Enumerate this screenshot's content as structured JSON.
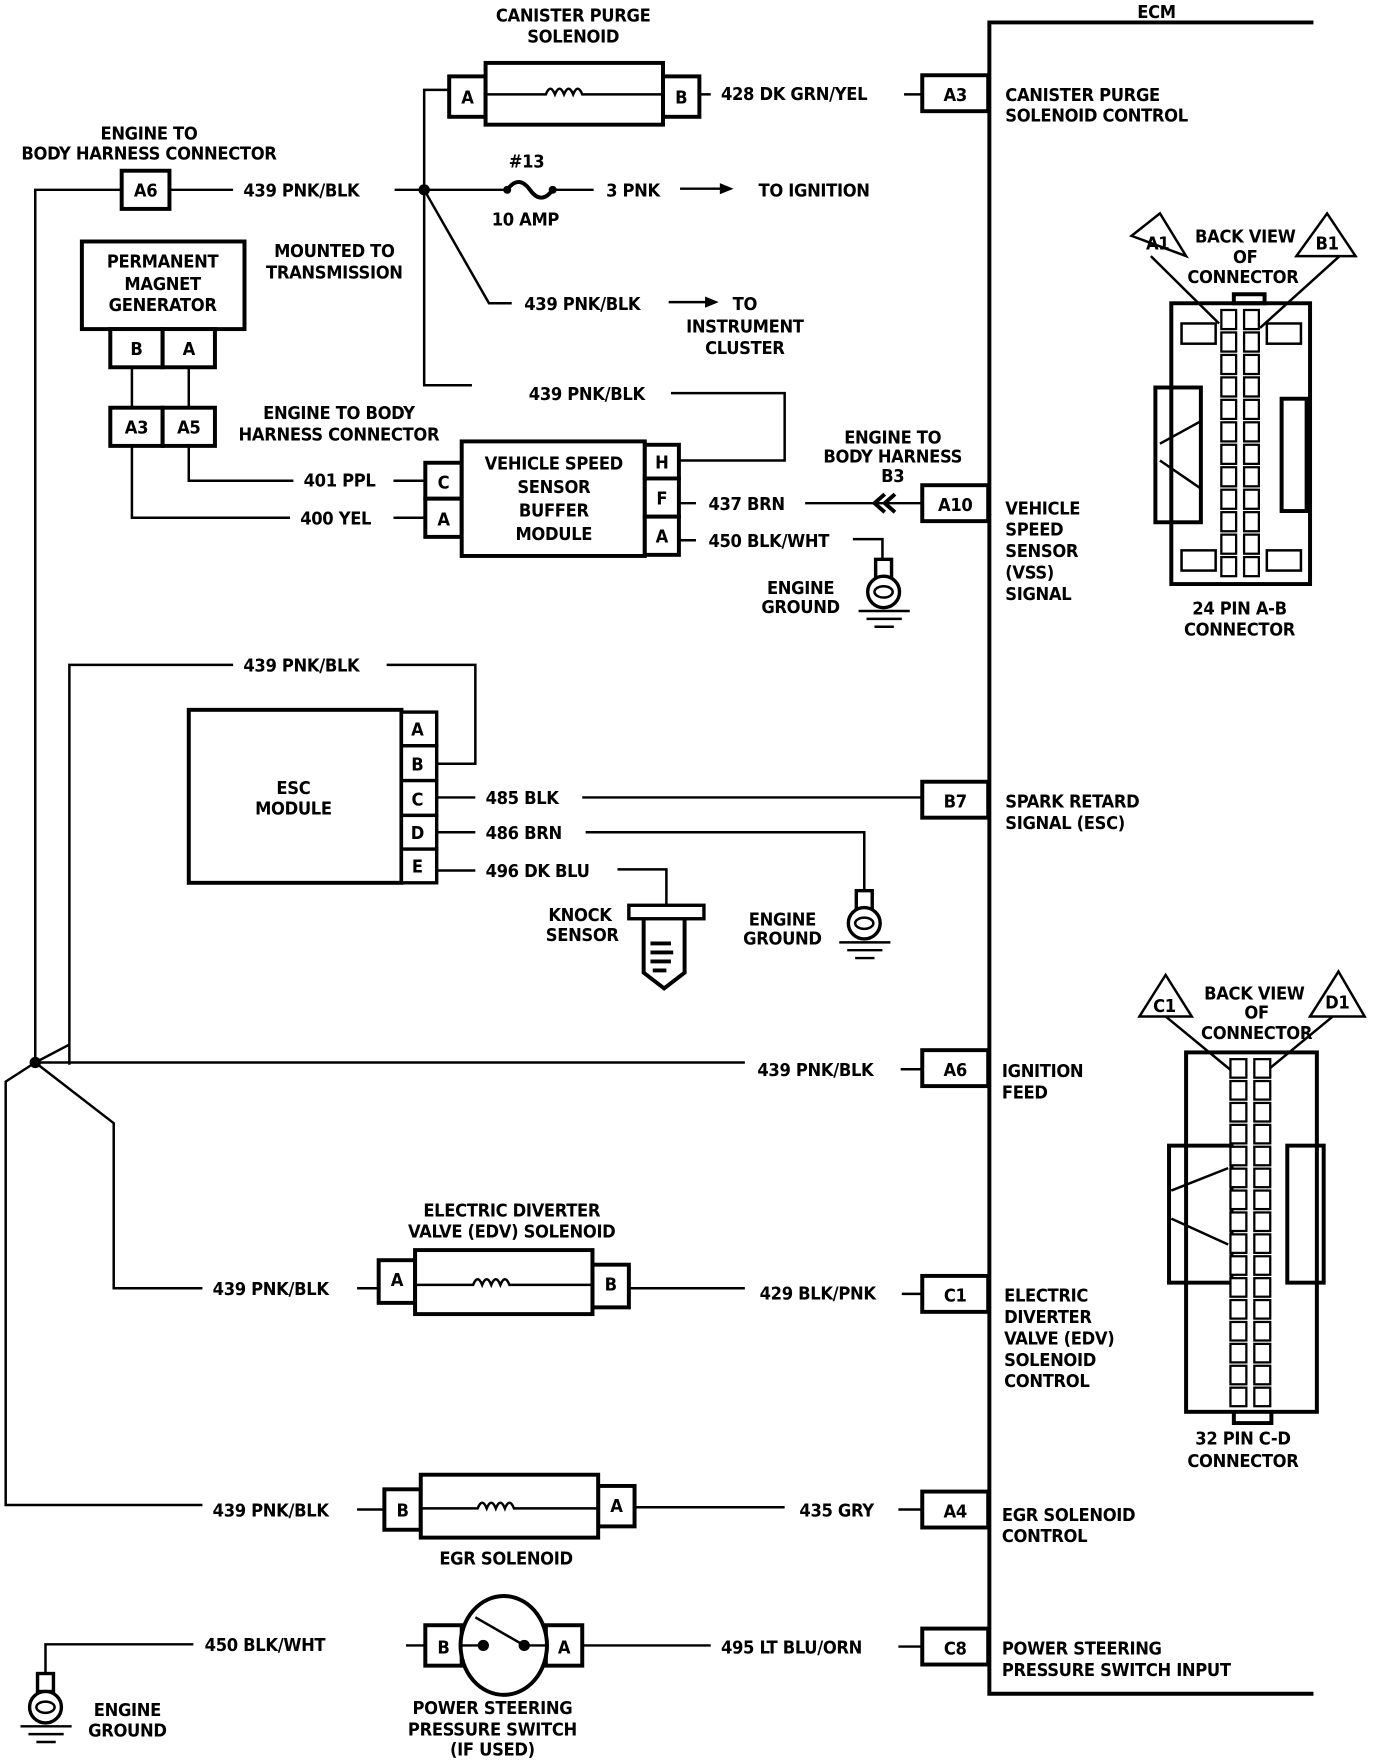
{
  "ecm": {
    "title": "ECM",
    "pins": [
      {
        "id": "A3",
        "desc": [
          "CANISTER PURGE",
          "SOLENOID CONTROL"
        ]
      },
      {
        "id": "A10",
        "desc": [
          "VEHICLE",
          "SPEED",
          "SENSOR",
          "(VSS)",
          "SIGNAL"
        ]
      },
      {
        "id": "B7",
        "desc": [
          "SPARK RETARD",
          "SIGNAL (ESC)"
        ]
      },
      {
        "id": "A6",
        "desc": [
          "IGNITION",
          "FEED"
        ]
      },
      {
        "id": "C1",
        "desc": [
          "ELECTRIC",
          "DIVERTER",
          "VALVE (EDV)",
          "SOLENOID",
          "CONTROL"
        ]
      },
      {
        "id": "A4",
        "desc": [
          "EGR SOLENOID",
          "CONTROL"
        ]
      },
      {
        "id": "C8",
        "desc": [
          "POWER STEERING",
          "PRESSURE SWITCH INPUT"
        ]
      }
    ]
  },
  "connectors": {
    "ab": {
      "callout": [
        "BACK VIEW",
        "OF",
        "CONNECTOR"
      ],
      "left_pin": "A1",
      "right_pin": "B1",
      "caption": [
        "24 PIN  A-B",
        "CONNECTOR"
      ]
    },
    "cd": {
      "callout": [
        "BACK VIEW",
        "OF",
        "CONNECTOR"
      ],
      "left_pin": "C1",
      "right_pin": "D1",
      "caption": [
        "32  PIN C-D",
        "CONNECTOR"
      ]
    }
  },
  "components": {
    "canister_purge": {
      "label": [
        "CANISTER PURGE",
        "SOLENOID"
      ],
      "pin_left": "A",
      "pin_right": "B"
    },
    "harness_top": {
      "label": [
        "ENGINE TO",
        "BODY HARNESS CONNECTOR"
      ],
      "pin": "A6"
    },
    "fuse": {
      "number": "#13",
      "rating": "10 AMP"
    },
    "pmg": {
      "label": [
        "PERMANENT",
        "MAGNET",
        "GENERATOR"
      ],
      "note": [
        "MOUNTED TO",
        "TRANSMISSION"
      ],
      "pins": [
        "B",
        "A"
      ]
    },
    "harness_mid": {
      "label": [
        "ENGINE TO BODY",
        "HARNESS CONNECTOR"
      ],
      "pins": [
        "A3",
        "A5"
      ]
    },
    "vss_buffer": {
      "label": [
        "VEHICLE SPEED",
        "SENSOR",
        "BUFFER",
        "MODULE"
      ],
      "pins_left": [
        "C",
        "A"
      ],
      "pins_right": [
        "H",
        "F",
        "A"
      ]
    },
    "harness_b3": {
      "label": [
        "ENGINE TO",
        "BODY HARNESS",
        "B3"
      ]
    },
    "esc": {
      "label": [
        "ESC",
        "MODULE"
      ],
      "pins": [
        "A",
        "B",
        "C",
        "D",
        "E"
      ]
    },
    "knock": {
      "label": [
        "KNOCK",
        "SENSOR"
      ]
    },
    "edv": {
      "label": [
        "ELECTRIC DIVERTER",
        "VALVE (EDV) SOLENOID"
      ],
      "pin_left": "A",
      "pin_right": "B"
    },
    "egr": {
      "label": [
        "EGR SOLENOID"
      ],
      "pin_left": "B",
      "pin_right": "A"
    },
    "ps_switch": {
      "label": [
        "POWER STEERING",
        "PRESSURE SWITCH",
        "(IF USED)"
      ],
      "pin_left": "B",
      "pin_right": "A"
    },
    "ground": {
      "label": [
        "ENGINE",
        "GROUND"
      ]
    }
  },
  "wires": {
    "w428": "428 DK GRN/YEL",
    "w439_top": "439 PNK/BLK",
    "w3": "3 PNK",
    "to_ignition": "TO IGNITION",
    "w439_cluster": "439 PNK/BLK",
    "to_cluster": [
      "TO",
      "INSTRUMENT",
      "CLUSTER"
    ],
    "w439_vss": "439 PNK/BLK",
    "w401": "401 PPL",
    "w400": "400 YEL",
    "w437": "437 BRN",
    "w450_vss": "450 BLK/WHT",
    "w439_esc": "439 PNK/BLK",
    "w485": "485 BLK",
    "w486": "486 BRN",
    "w496": "496 DK BLU",
    "w439_ign": "439 PNK/BLK",
    "w439_edv": "439 PNK/BLK",
    "w429": "429 BLK/PNK",
    "w439_egr": "439 PNK/BLK",
    "w435": "435 GRY",
    "w450_ps": "450 BLK/WHT",
    "w495": "495 LT BLU/ORN"
  }
}
